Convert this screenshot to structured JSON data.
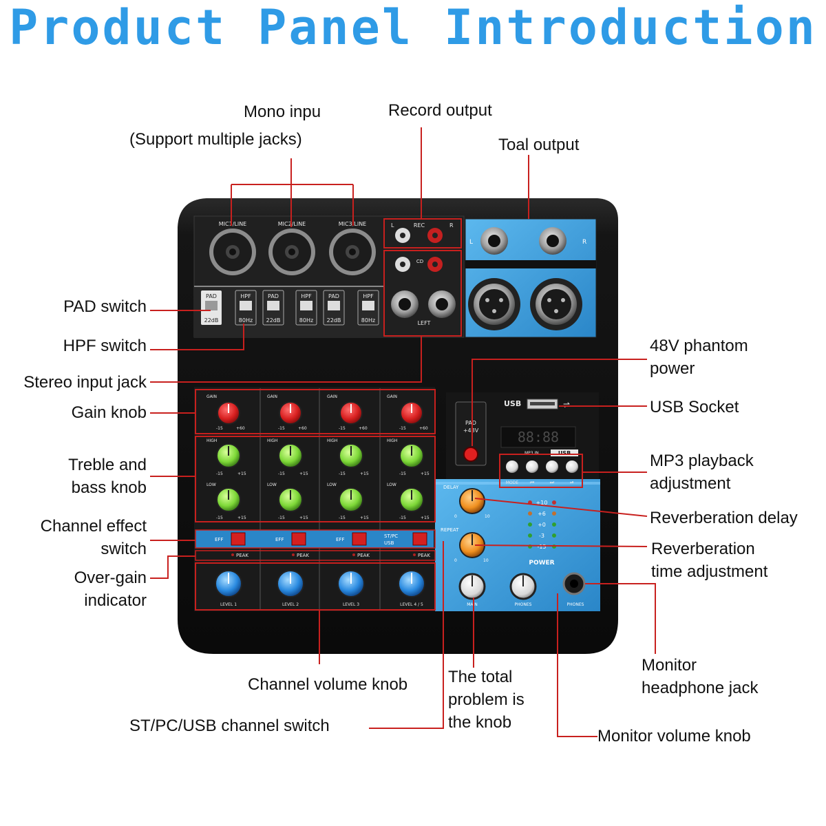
{
  "title": "Product Panel Introduction",
  "labels": {
    "mono_input_line1": "Mono inpu",
    "mono_input_line2": "(Support multiple jacks)",
    "record_output": "Record output",
    "total_output": "Toal output",
    "pad_switch": "PAD switch",
    "hpf_switch": "HPF switch",
    "stereo_input_jack": "Stereo input jack",
    "gain_knob": "Gain knob",
    "treble_bass_line1": "Treble and",
    "treble_bass_line2": "bass knob",
    "channel_effect_line1": "Channel effect",
    "channel_effect_line2": "switch",
    "over_gain_line1": "Over-gain",
    "over_gain_line2": "indicator",
    "phantom_line1": "48V phantom",
    "phantom_line2": "power",
    "usb_socket": "USB Socket",
    "mp3_line1": "MP3 playback",
    "mp3_line2": "adjustment",
    "reverb_delay": "Reverberation delay",
    "reverb_time_line1": "Reverberation",
    "reverb_time_line2": "time adjustment",
    "channel_volume_knob": "Channel volume knob",
    "total_knob_line1": "The total",
    "total_knob_line2": "problem is",
    "total_knob_line3": "the knob",
    "st_pc_usb_switch": "ST/PC/USB channel switch",
    "monitor_jack_line1": "Monitor",
    "monitor_jack_line2": "headphone jack",
    "monitor_volume_knob": "Monitor volume knob"
  },
  "panel": {
    "mic_inputs": [
      "MIC1/LINE",
      "MIC2/LINE",
      "MIC3/LINE"
    ],
    "pad_switches": [
      {
        "top": "PAD",
        "bottom": "22dB"
      },
      {
        "top": "HPF",
        "bottom": "80Hz"
      },
      {
        "top": "PAD",
        "bottom": "22dB"
      },
      {
        "top": "HPF",
        "bottom": "80Hz"
      },
      {
        "top": "PAD",
        "bottom": "22dB"
      },
      {
        "top": "HPF",
        "bottom": "80Hz"
      }
    ],
    "rec": "REC",
    "cd": "CD",
    "left": "LEFT",
    "l": "L",
    "r": "R",
    "gain": "GAIN",
    "high": "HIGH",
    "low": "LOW",
    "gain_min": "-15",
    "gain_max": "+60",
    "eq_min": "-15",
    "eq_max": "+15",
    "eff": "EFF",
    "stpc_line1": "ST/PC",
    "stpc_line2": "USB",
    "peak": "PEAK",
    "levels": [
      "LEVEL 1",
      "LEVEL 2",
      "LEVEL 3",
      "LEVEL 4 / 5"
    ],
    "pad48_line1": "PAD",
    "pad48_line2": "+48V",
    "usb": "USB",
    "display": "88:88",
    "mp3_tag": "MP3 IN",
    "mp3_usb": "USB",
    "mode": "MODE",
    "prev": "⏮",
    "next": "⏭",
    "play": "⏯",
    "delay": "DELAY",
    "repeat": "REPEAT",
    "knob_min": "0",
    "knob_max": "10",
    "meter": [
      "+10",
      "+6",
      "+0",
      "-3",
      "-15"
    ],
    "power": "POWER",
    "main": "MAIN",
    "phones": "PHONES"
  },
  "colors": {
    "title": "#2f9be6",
    "leader": "#c8201e",
    "panel_body": "#111111",
    "blue_panel": "#3a9ad9",
    "gain_knob": "#e03030",
    "eq_knob": "#7ed838",
    "level_knob": "#2a8ae0",
    "effect_knob": "#f09020"
  }
}
